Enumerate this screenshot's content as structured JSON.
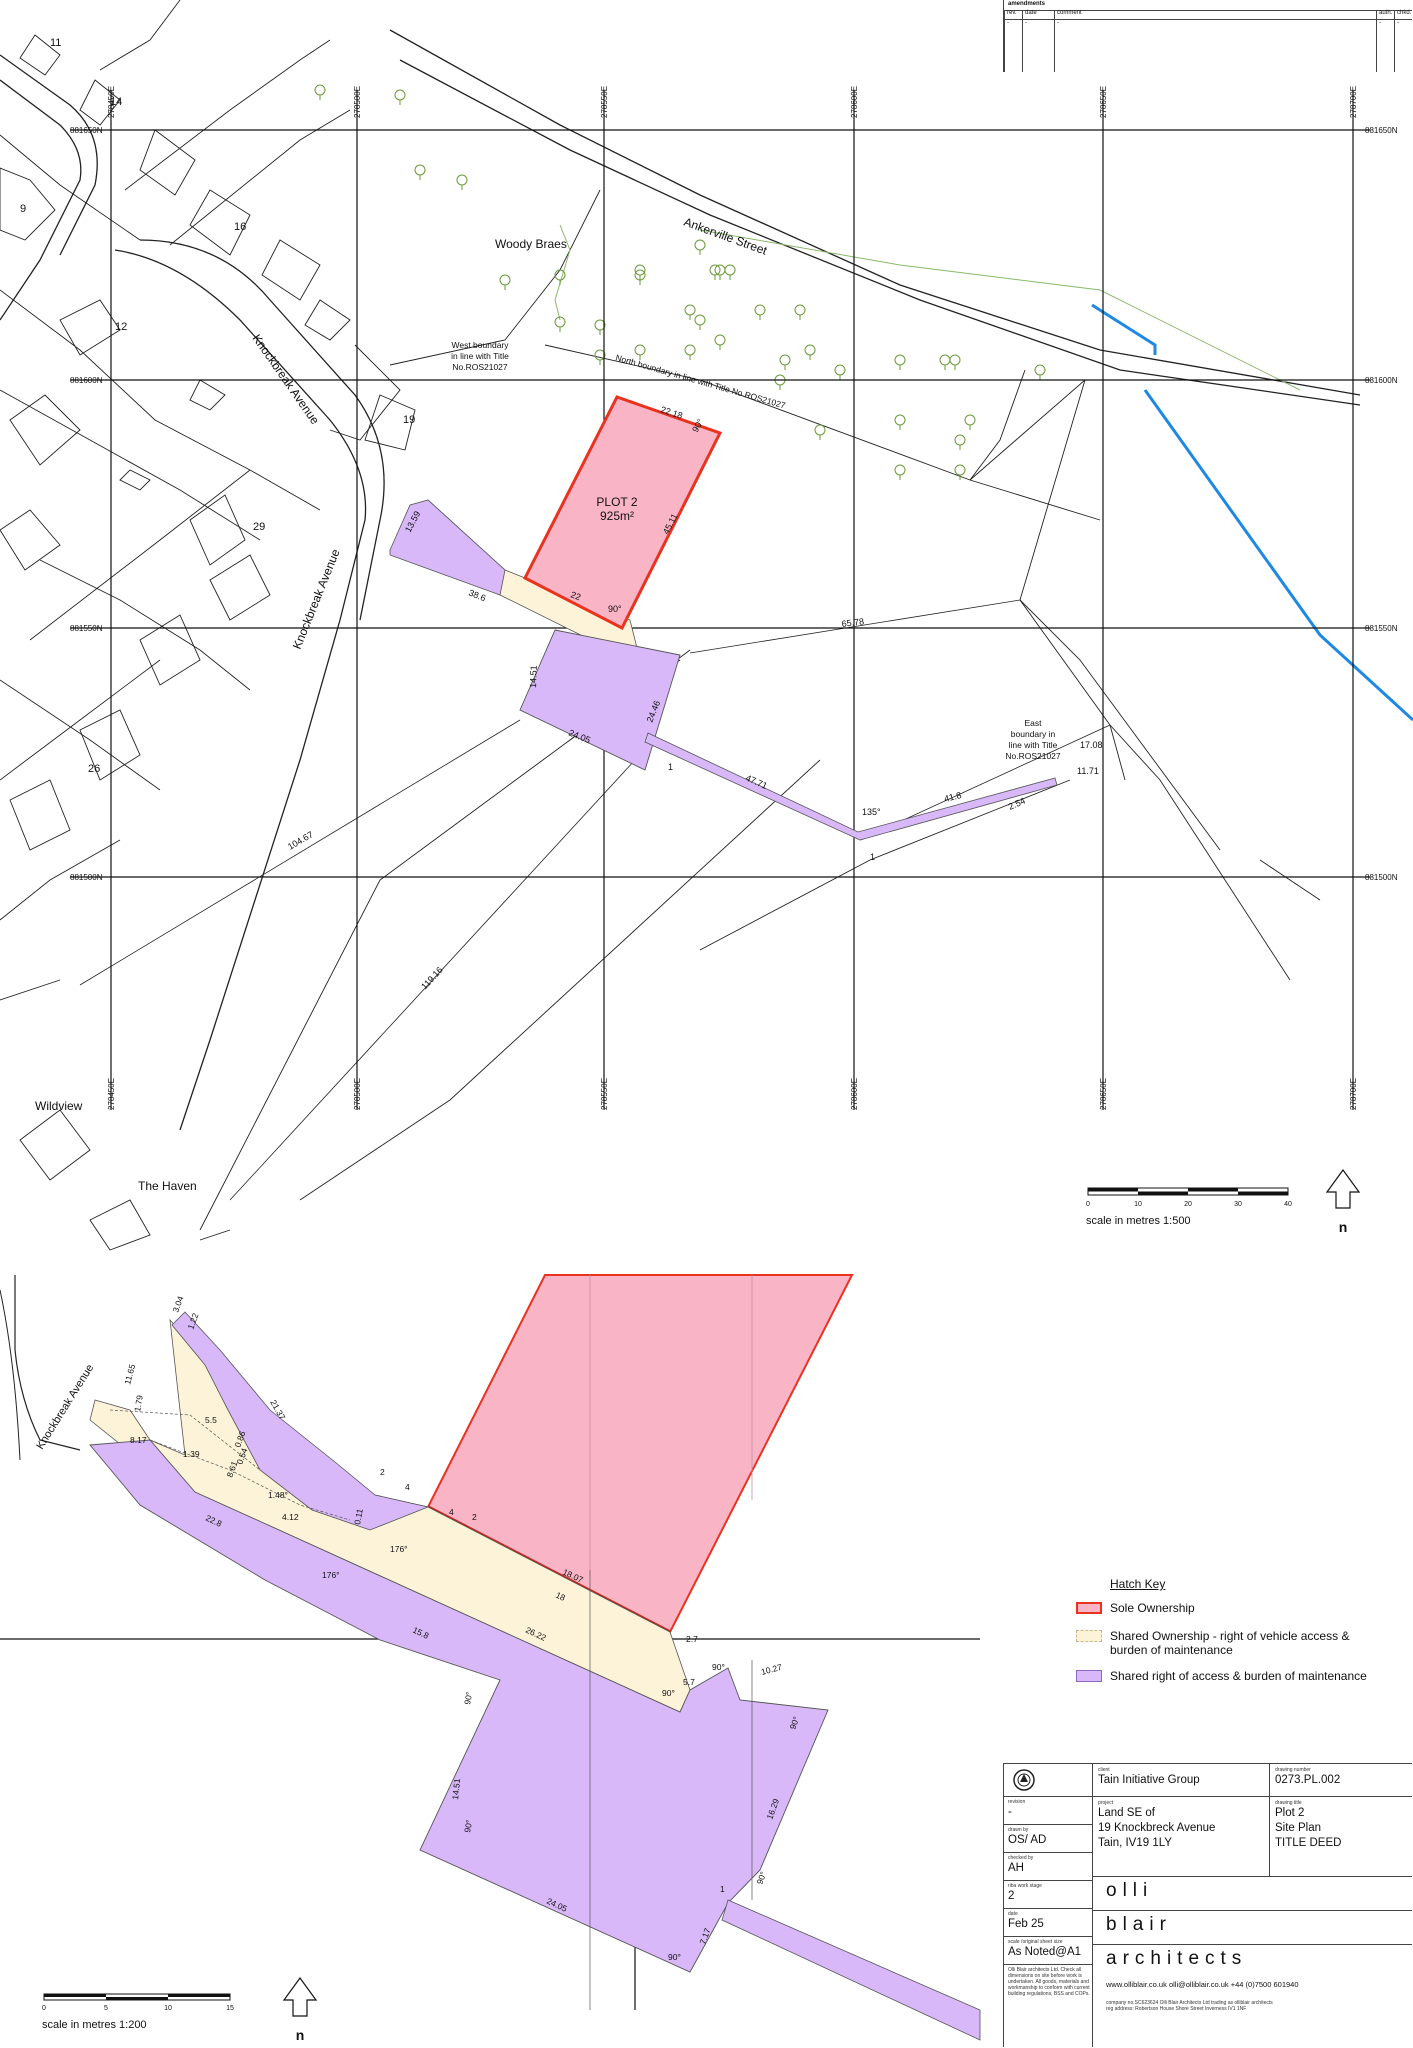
{
  "amendments": {
    "header": "amendments",
    "cols": {
      "rev": "rev.",
      "date": "date",
      "comment": "comment",
      "auth": "auth.",
      "chkd": "chkd."
    },
    "row": {
      "rev": "-",
      "date": "-",
      "comment": "-",
      "auth": "-",
      "chkd": "-"
    }
  },
  "main_map": {
    "easting_labels": [
      "278450E",
      "278500E",
      "278550E",
      "278600E",
      "278650E",
      "278700E"
    ],
    "northing_labels": [
      "881650N",
      "881600N",
      "881550N",
      "881500N"
    ],
    "house_numbers": [
      "11",
      "14",
      "9",
      "16",
      "12",
      "19",
      "29",
      "26"
    ],
    "streets": [
      "Ankerville Street",
      "Knockbreak Avenue",
      "Knockbreak Avenue"
    ],
    "places": [
      "Woody Braes",
      "Wildview",
      "The Haven"
    ],
    "west_boundary_note": [
      "West boundary",
      "in line with Title",
      "No.ROS21027"
    ],
    "north_boundary_note": "North boundary in line with Title No.ROS21027",
    "east_boundary_note": [
      "East",
      "boundary in",
      "line with Title",
      "No.ROS21027"
    ],
    "plot_label": [
      "PLOT 2",
      "925m²"
    ],
    "dimensions": {
      "top": "22.18",
      "right": "45.11",
      "bottom": "22",
      "angle_top": "90°",
      "angle_bottom": "90°",
      "d_13_59": "13.59",
      "d_38_6": "38.6",
      "d_14_51": "14.51",
      "d_24_05": "24.05",
      "d_24_46": "24.46",
      "d_65_78": "65.78",
      "d_47_71": "47.71",
      "d_41_8": "41.8",
      "d_2_54": "2.54",
      "d_17_08": "17.08",
      "d_11_71": "11.71",
      "d_135": "135°",
      "d_1": "1",
      "d_1b": "1",
      "d_104_67": "104.67",
      "d_119_16": "119.16"
    },
    "scale": {
      "ticks": [
        "0",
        "10",
        "20",
        "30",
        "40"
      ],
      "label": "scale in metres   1:500"
    },
    "north": "n"
  },
  "detail_map": {
    "street": "Knockbreak Avenue",
    "dims": {
      "d1": "3.04",
      "d2": "1.22",
      "d3": "11.65",
      "d4": "1.79",
      "d5": "5.5",
      "d6": "21.37",
      "d7": "8.17",
      "d8": "1.39",
      "d9": "0.86",
      "d10": "0.54",
      "d11": "8.61",
      "d12": "4.12",
      "d13": "1.48°",
      "d14": "0.11",
      "d15": "22.8",
      "d16": "176°",
      "d17": "176°",
      "d18": "4",
      "d19": "4",
      "d20": "2",
      "d21": "2",
      "d22": "18.07",
      "d23": "18",
      "d24": "26.22",
      "d25": "15.8",
      "d26": "90°",
      "d27": "90°",
      "d28": "2.7",
      "d29": "5.7",
      "d30": "10.27",
      "d31": "90°",
      "d32": "14.51",
      "d33": "90°",
      "d34": "16.29",
      "d35": "90°",
      "d36": "24.05",
      "d37": "90°",
      "d38": "7.17",
      "d39": "1",
      "d40": "90°"
    },
    "scale": {
      "ticks": [
        "0",
        "5",
        "10",
        "15"
      ],
      "label": "scale in metres   1:200"
    },
    "north": "n"
  },
  "hatch_key": {
    "title": "Hatch Key",
    "items": [
      {
        "label": "Sole Ownership",
        "fill": "#f9b4c6",
        "stroke": "#e8331f"
      },
      {
        "label": "Shared Ownership - right of vehicle access & burden of maintenance",
        "fill": "#fdf3d8",
        "stroke": "#c8b98a"
      },
      {
        "label": "Shared right of access & burden of maintenance",
        "fill": "#d8b8f8",
        "stroke": "#8a6ab8"
      }
    ]
  },
  "title_block": {
    "client_label": "client",
    "client": "Tain Initiative Group",
    "drawing_number_label": "drawing number",
    "drawing_number": "0273.PL.002",
    "project_label": "project",
    "project": [
      "Land SE of",
      "19 Knockbreck Avenue",
      "Tain, IV19 1LY"
    ],
    "drawing_title_label": "drawing title",
    "drawing_title": [
      "Plot 2",
      "Site Plan",
      "TITLE DEED"
    ],
    "revision_label": "revision",
    "revision": "-",
    "drawn_by_label": "drawn by",
    "drawn_by": "OS/ AD",
    "checked_by_label": "checked by",
    "checked_by": "AH",
    "stage_label": "riba work stage",
    "stage": "2",
    "date_label": "date",
    "date": "Feb 25",
    "scale_label": "scale /original sheet size",
    "scale": "As Noted@A1",
    "firm": [
      "olli",
      "blair",
      "architects"
    ],
    "contact": "www.olliblair.co.uk     olli@olliblair.co.uk     +44 (0)7500 601940",
    "note": [
      "Olli Blair architects Ltd. Check all",
      "dimensions on site before work is",
      "undertaken. All goods, materials and",
      "workmanship to conform with current",
      "building regulations, BSS and COPs."
    ],
    "company": [
      "company no.SC623624 Olli Blair Architects Ltd trading as olliblair architects",
      "reg address: Robertson House Shore Street Inverness IV1 1NF"
    ]
  },
  "colors": {
    "sole": "#f9b4c6",
    "sole_stroke": "#e8331f",
    "shared_vehicle": "#fdf3d8",
    "shared_access": "#d8b8f8",
    "water": "#1e88e5",
    "tree": "#6a9a3a"
  }
}
